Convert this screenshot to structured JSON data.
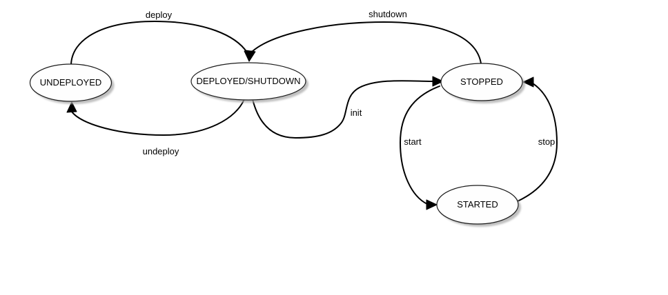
{
  "diagram": {
    "type": "state-machine",
    "states": [
      {
        "id": "undeployed",
        "label": "UNDEPLOYED"
      },
      {
        "id": "deployed_shutdown",
        "label": "DEPLOYED/SHUTDOWN"
      },
      {
        "id": "stopped",
        "label": "STOPPED"
      },
      {
        "id": "started",
        "label": "STARTED"
      }
    ],
    "transitions": [
      {
        "from": "undeployed",
        "to": "deployed_shutdown",
        "label": "deploy"
      },
      {
        "from": "stopped",
        "to": "deployed_shutdown",
        "label": "shutdown"
      },
      {
        "from": "deployed_shutdown",
        "to": "undeployed",
        "label": "undeploy"
      },
      {
        "from": "deployed_shutdown",
        "to": "stopped",
        "label": "init"
      },
      {
        "from": "stopped",
        "to": "started",
        "label": "start"
      },
      {
        "from": "started",
        "to": "stopped",
        "label": "stop"
      }
    ],
    "colors": {
      "background": "#ffffff",
      "node_fill": "#fefefe",
      "node_border": "#1a1a1a",
      "edge_stroke": "#000000",
      "shadow": "#aaaaaa",
      "text": "#000000"
    }
  }
}
